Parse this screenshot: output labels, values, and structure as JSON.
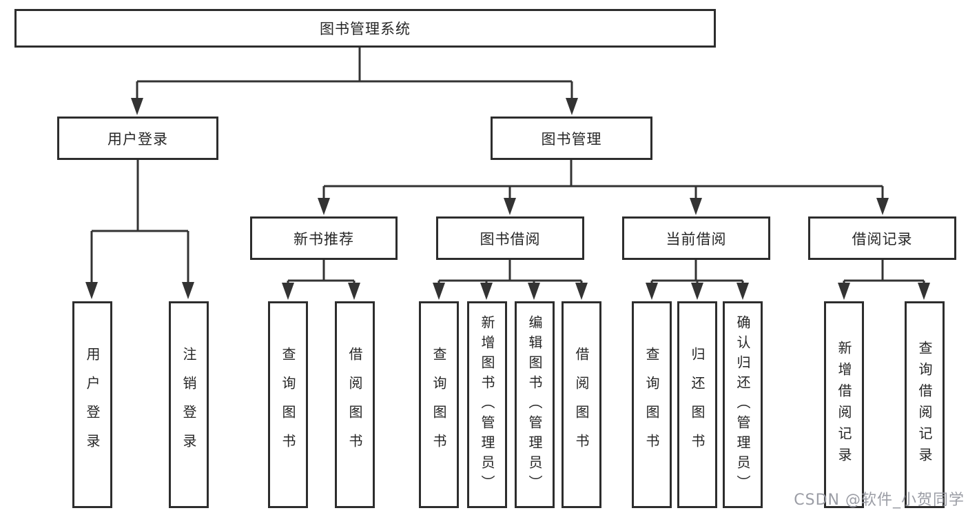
{
  "diagram": {
    "root": {
      "label": "图书管理系统"
    },
    "level2": [
      {
        "label": "用户登录"
      },
      {
        "label": "图书管理"
      }
    ],
    "level3": [
      {
        "label": "新书推荐"
      },
      {
        "label": "图书借阅"
      },
      {
        "label": "当前借阅"
      },
      {
        "label": "借阅记录"
      }
    ],
    "leaves": {
      "user_login": [
        "用户登录",
        "注销登录"
      ],
      "new_books": [
        "查询图书",
        "借阅图书"
      ],
      "book_borrow": [
        "查询图书",
        "新增图书（管理员）",
        "编辑图书（管理员）",
        "借阅图书"
      ],
      "current_borrow": [
        "查询图书",
        "归还图书",
        "确认归还（管理员）"
      ],
      "borrow_records": [
        "新增借阅记录",
        "查询借阅记录"
      ]
    },
    "colors": {
      "border": "#2d2d2d",
      "line": "#333333",
      "text": "#262626"
    }
  },
  "watermark": {
    "text": "CSDN @软件_小贺同学",
    "color": "#9698a0"
  }
}
